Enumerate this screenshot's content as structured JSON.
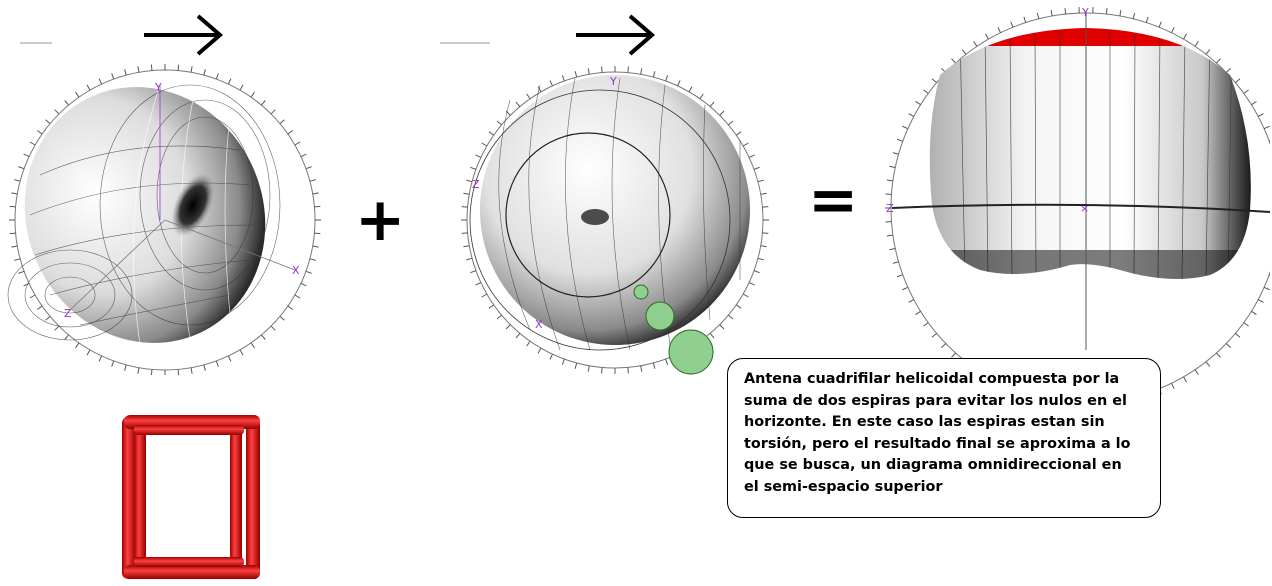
{
  "operators": {
    "plus": "+",
    "equals": "="
  },
  "arrows": [
    {
      "name": "direction-arrow-left",
      "glyph": "→"
    },
    {
      "name": "direction-arrow-middle",
      "glyph": "→"
    }
  ],
  "axis_labels": {
    "pattern1": {
      "y": "Y",
      "z": "Z",
      "x": "X"
    },
    "pattern2": {
      "y": "Y",
      "z": "Z",
      "x": "X"
    },
    "pattern3": {
      "y": "Y",
      "z": "Z"
    }
  },
  "caption": {
    "lines": [
      "Antena cuadrifilar helicoidal compuesta por la",
      "suma de dos espiras para evitar los nulos en el",
      "horizonte. En este caso las espiras estan sin",
      "torsión, pero el resultado final se aproxima a lo",
      "que se busca, un diagrama omnidireccional en",
      "el semi-espacio superior"
    ]
  },
  "colors": {
    "loop_antenna": "#e01010",
    "pattern_top_cap": "#e00000",
    "axis_label": "#9933cc",
    "green_circles": "#8fd08f"
  }
}
